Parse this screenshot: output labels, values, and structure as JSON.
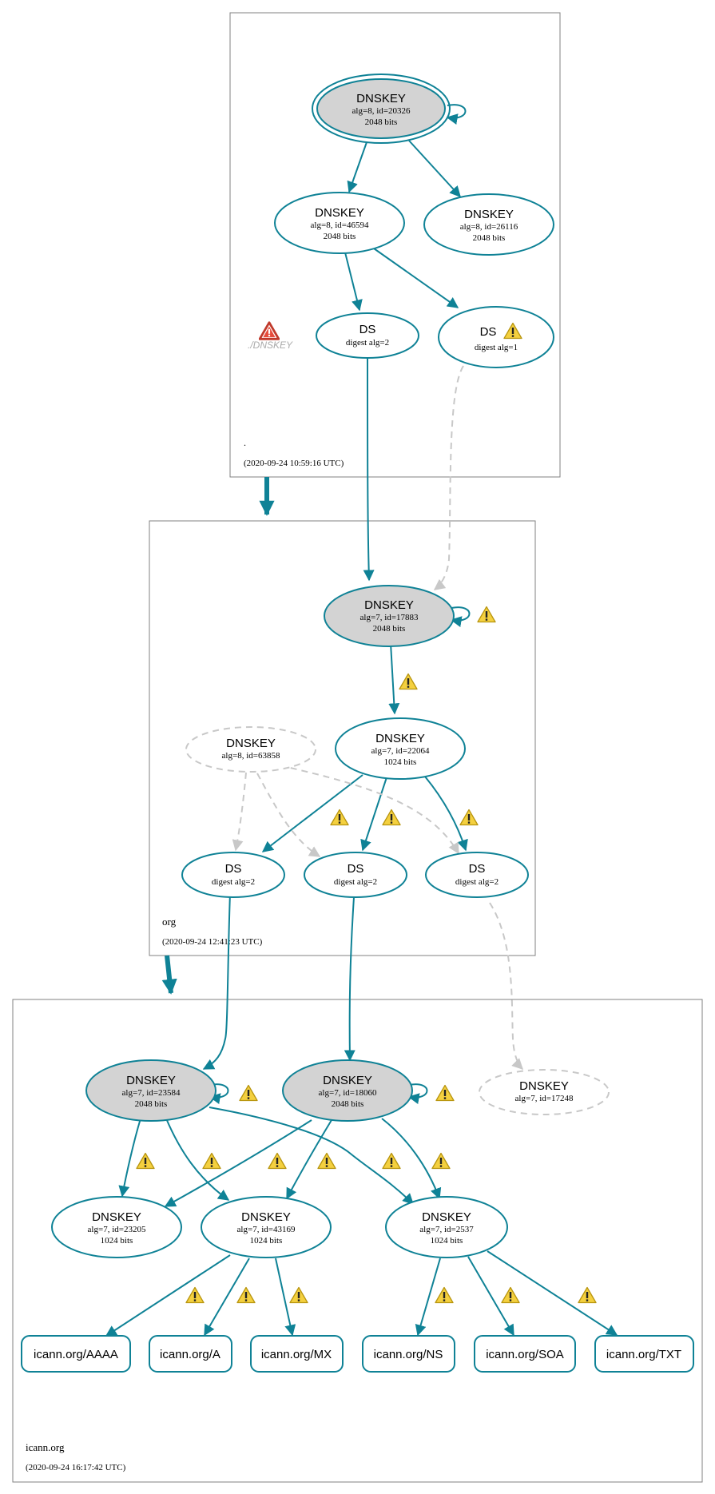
{
  "colors": {
    "teal": "#0f8296",
    "gray": "#c8c8c8",
    "fill_ksk": "#d3d3d3",
    "warn_fill": "#f4d03f",
    "error_fill": "#e74c3c",
    "zone_border": "#808080"
  },
  "zones": {
    "root": {
      "name": ".",
      "timestamp": "(2020-09-24 10:59:16 UTC)"
    },
    "org": {
      "name": "org",
      "timestamp": "(2020-09-24 12:41:23 UTC)"
    },
    "icann": {
      "name": "icann.org",
      "timestamp": "(2020-09-24 16:17:42 UTC)"
    }
  },
  "nodes": {
    "root_ksk": {
      "title": "DNSKEY",
      "line1": "alg=8, id=20326",
      "line2": "2048 bits"
    },
    "root_zsk": {
      "title": "DNSKEY",
      "line1": "alg=8, id=46594",
      "line2": "2048 bits"
    },
    "root_k26116": {
      "title": "DNSKEY",
      "line1": "alg=8, id=26116",
      "line2": "2048 bits"
    },
    "root_ds2": {
      "title": "DS",
      "line1": "digest alg=2"
    },
    "root_ds1": {
      "title": "DS",
      "line1": "digest alg=1"
    },
    "root_error": {
      "label": "./DNSKEY",
      "icon": "error-triangle-icon"
    },
    "org_ksk": {
      "title": "DNSKEY",
      "line1": "alg=7, id=17883",
      "line2": "2048 bits"
    },
    "org_zsk": {
      "title": "DNSKEY",
      "line1": "alg=7, id=22064",
      "line2": "1024 bits"
    },
    "org_k63858": {
      "title": "DNSKEY",
      "line1": "alg=8, id=63858"
    },
    "org_ds_a": {
      "title": "DS",
      "line1": "digest alg=2"
    },
    "org_ds_b": {
      "title": "DS",
      "line1": "digest alg=2"
    },
    "org_ds_c": {
      "title": "DS",
      "line1": "digest alg=2"
    },
    "ic_ksk1": {
      "title": "DNSKEY",
      "line1": "alg=7, id=23584",
      "line2": "2048 bits"
    },
    "ic_ksk2": {
      "title": "DNSKEY",
      "line1": "alg=7, id=18060",
      "line2": "2048 bits"
    },
    "ic_k17248": {
      "title": "DNSKEY",
      "line1": "alg=7, id=17248"
    },
    "ic_z23205": {
      "title": "DNSKEY",
      "line1": "alg=7, id=23205",
      "line2": "1024 bits"
    },
    "ic_z43169": {
      "title": "DNSKEY",
      "line1": "alg=7, id=43169",
      "line2": "1024 bits"
    },
    "ic_z2537": {
      "title": "DNSKEY",
      "line1": "alg=7, id=2537",
      "line2": "1024 bits"
    }
  },
  "rrsets": [
    "icann.org/AAAA",
    "icann.org/A",
    "icann.org/MX",
    "icann.org/NS",
    "icann.org/SOA",
    "icann.org/TXT"
  ]
}
